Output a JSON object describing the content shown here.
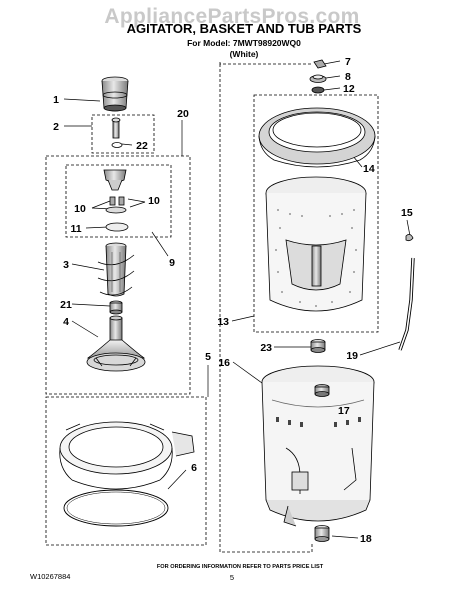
{
  "watermark": "AppliancePartsPros.com",
  "header": {
    "title": "AGITATOR, BASKET AND TUB PARTS",
    "model_line": "For Model: 7MWT98920WQ0",
    "color_line": "(White)"
  },
  "callouts": {
    "c1": "1",
    "c2": "2",
    "c22": "22",
    "c20": "20",
    "c10a": "10",
    "c10b": "10",
    "c11": "11",
    "c9": "9",
    "c3": "3",
    "c21": "21",
    "c4": "4",
    "c5": "5",
    "c6": "6",
    "c7": "7",
    "c8": "8",
    "c12": "12",
    "c14": "14",
    "c15": "15",
    "c13": "13",
    "c23": "23",
    "c19": "19",
    "c16": "16",
    "c17": "17",
    "c18": "18"
  },
  "footer": {
    "order_info": "FOR ORDERING INFORMATION REFER TO PARTS PRICE LIST",
    "doc_number": "W10267884",
    "page_number": "5"
  }
}
